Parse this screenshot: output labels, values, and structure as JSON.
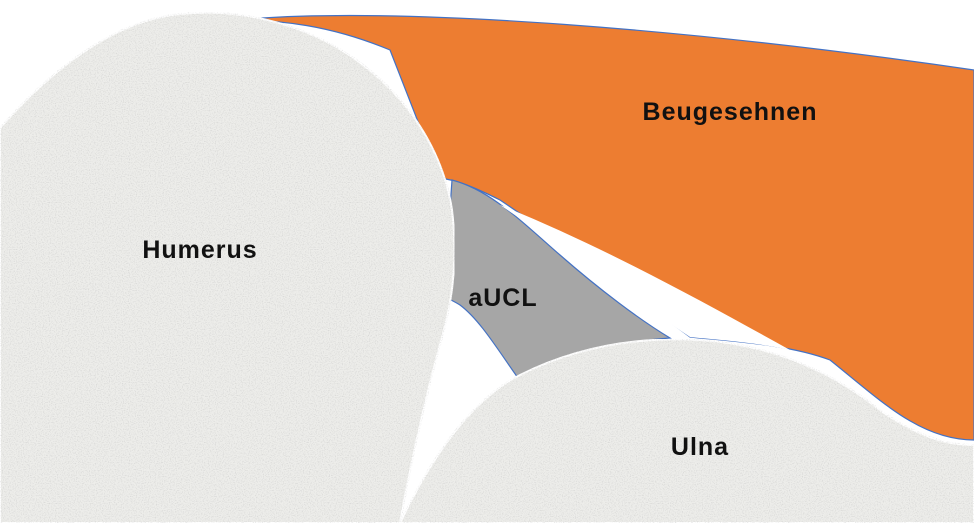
{
  "labels": {
    "flexor_tendons": "Beugesehnen",
    "humerus": "Humerus",
    "aucl": "aUCL",
    "ulna": "Ulna"
  },
  "colors": {
    "flexor_tendons": "#ED7D31",
    "ligament": "#A6A6A6",
    "bone": "#EDEDEA",
    "outline": "#4472C4",
    "background": "#FFFFFF"
  },
  "icons": {
    "bone_texture": "speckled-bone-texture"
  }
}
